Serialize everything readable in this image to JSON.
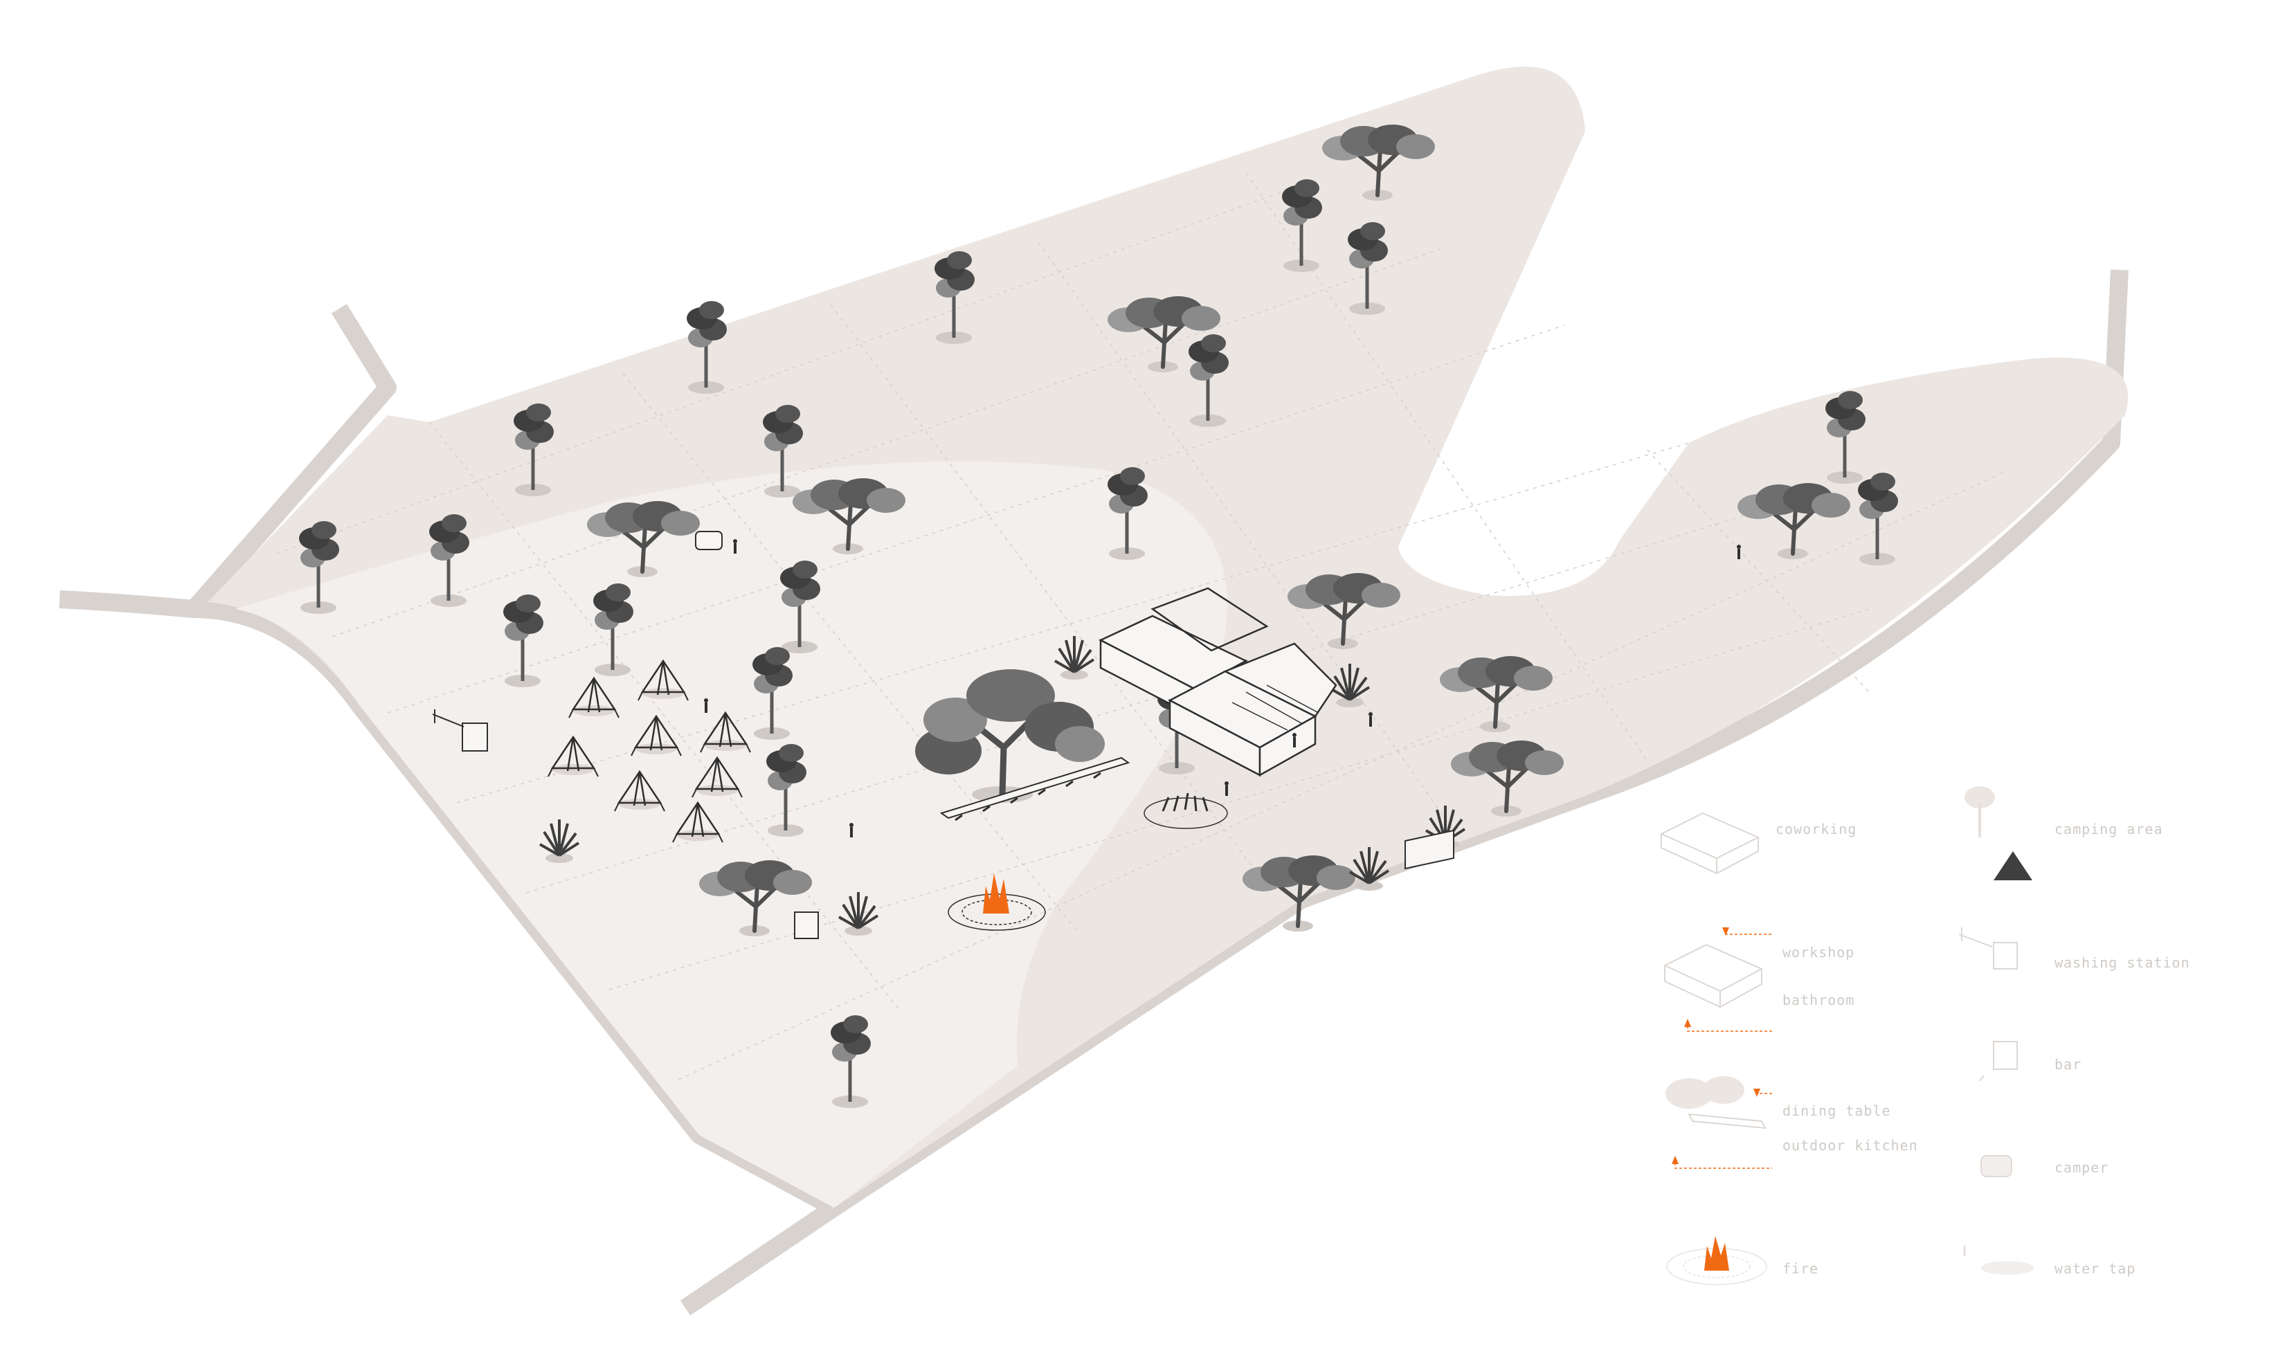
{
  "colors": {
    "background": "#ffffff",
    "land": "#ece6e2",
    "clearing": "#f3efec",
    "road": "#d9d3cf",
    "tree_dark": "#4b4b4b",
    "tree_mid": "#7a7a7a",
    "tree_light": "#a3a3a3",
    "shadow": "#cfcac6",
    "accent_fire": "#f06a14",
    "legend_text": "#cfcac6"
  },
  "legend": {
    "coworking": "coworking",
    "camping_area": "camping area",
    "workshop": "workshop",
    "washing_station": "washing station",
    "bathroom": "bathroom",
    "bar": "bar",
    "dining_table": "dining table",
    "outdoor_kitchen": "outdoor kitchen",
    "camper": "camper",
    "fire": "fire",
    "water_tap": "water tap"
  },
  "legend_icons": {
    "coworking": "building-icon",
    "camping_area": "tree-and-tent-icon",
    "workshop": "workshop-building-icon",
    "bathroom": "bathroom-icon",
    "washing_station": "washing-station-icon",
    "bar": "bar-kiosk-icon",
    "dining_table": "dining-table-icon",
    "outdoor_kitchen": "outdoor-kitchen-icon",
    "camper": "camper-icon",
    "fire": "fire-icon",
    "water_tap": "water-tap-icon"
  }
}
